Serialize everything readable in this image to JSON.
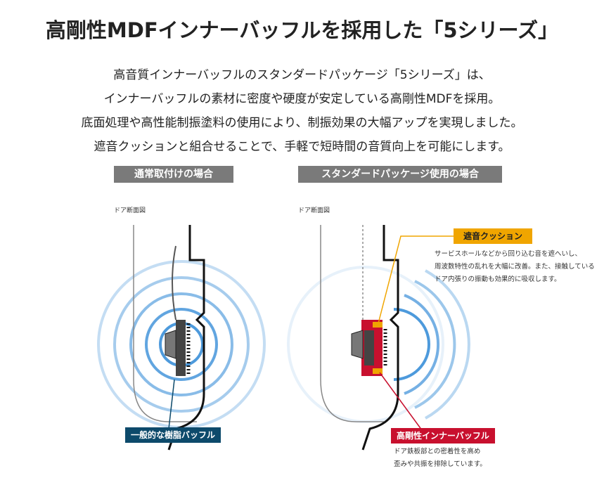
{
  "title": "高剛性MDFインナーバッフルを採用した「5シリーズ」",
  "description": [
    "高音質インナーバッフルのスタンダードパッケージ「5シリーズ」は、",
    "インナーバッフルの素材に密度や硬度が安定している高剛性MDFを採用。",
    "底面処理や高性能制振塗料の使用により、制振効果の大幅アップを実現しました。",
    "遮音クッションと組合せることで、手軽で短時間の音質向上を可能にします。"
  ],
  "left": {
    "heading": "通常取付けの場合",
    "door_label": "ドア断面図",
    "callout": "一般的な樹脂バッフル"
  },
  "right": {
    "heading": "スタンダードパッケージ使用の場合",
    "door_label": "ドア断面図",
    "cushion": {
      "label": "遮音クッション",
      "notes": [
        "サービスホールなどから回り込む音を遮へいし、",
        "周波数特性の乱れを大幅に改善。また、接触している",
        "ドア内張りの振動も効果的に吸収します。"
      ]
    },
    "baffle": {
      "label": "高剛性インナーバッフル",
      "notes": [
        "ドア鉄板部との密着性を高め",
        "歪みや共振を排除しています。"
      ]
    }
  },
  "colors": {
    "cushion": "#f0a500",
    "baffle": "#c8102e",
    "resin": "#0d4a6b",
    "wave": "#3a8fd8"
  }
}
